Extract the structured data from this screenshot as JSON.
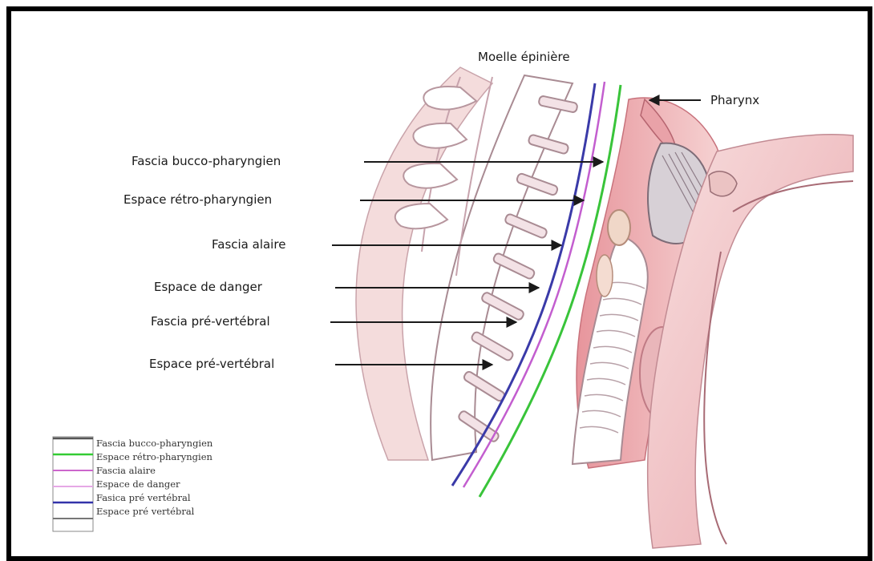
{
  "labels": {
    "moelle": "Moelle épinière",
    "pharynx": "Pharynx",
    "fascia_bucco": "Fascia bucco-pharyngien",
    "espace_retro": "Espace rétro-pharyngien",
    "fascia_alaire": "Fascia alaire",
    "espace_danger": "Espace de danger",
    "fascia_pre": "Fascia pré-vertébral",
    "espace_pre": "Espace pré-vertébral"
  },
  "legend": [
    {
      "text": "Fascia bucco-pharyngien",
      "color": "#555555"
    },
    {
      "text": "Espace rétro-pharyngien",
      "color": "#33cc33"
    },
    {
      "text": "Fascia alaire",
      "color": "#cc66cc"
    },
    {
      "text": "Espace de danger",
      "color": "#e6a8e6"
    },
    {
      "text": "Fasica pré vertébral",
      "color": "#3333aa"
    },
    {
      "text": "Espace pré vertébral",
      "color": "#777777"
    }
  ],
  "colors": {
    "fascia_green": "#39c43a",
    "fascia_purple": "#3a3aa8",
    "fascia_violet": "#c35ecf",
    "tissue_pink": "#f2c4c4",
    "tissue_deep": "#e08f95",
    "bone_outline": "#a98b93"
  }
}
